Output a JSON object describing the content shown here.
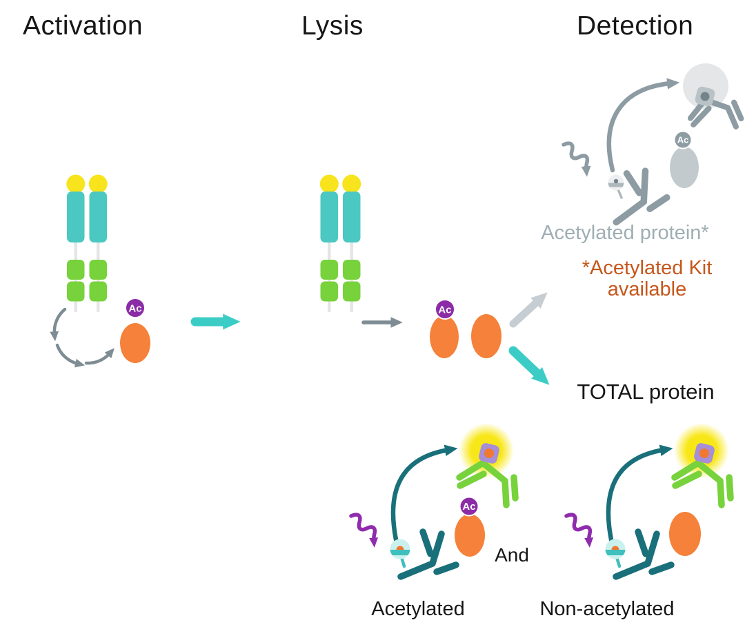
{
  "figure": {
    "stages": [
      {
        "title": "Activation"
      },
      {
        "title": "Lysis"
      },
      {
        "title": "Detection"
      }
    ],
    "badge": {
      "acetyl": "Ac"
    },
    "labels": {
      "acetylated_protein": "Acetylated protein*",
      "kit_note": "*Acetylated Kit\navailable",
      "total_protein": "TOTAL protein",
      "acetylated": "Acetylated",
      "and": "And",
      "non_acetylated": "Non-acetylated"
    }
  },
  "colors": {
    "ink": "#161616",
    "teal": "#3BCDC5",
    "receptor_teal": "#4AC8C1",
    "yellow": "#F8E41C",
    "green": "#77D23C",
    "membrane": "#D9DDDF",
    "stem_gray": "#E4E5E6",
    "orange": "#F5813A",
    "ac_purple": "#8B2BA6",
    "arrow_gray": "#7E8C94",
    "light_arrow_gray": "#C6CDD3",
    "dark_teal": "#19707A",
    "purple": "#8F2CAE",
    "gray_diagram": "#8D9BA3",
    "gray_light": "#E4E6E8",
    "gray_mid": "#B9C3C7",
    "gray_oval": "#C2CACE",
    "gray_dot": "#75838C",
    "gray_text": "#9FAEB2",
    "orange_text": "#C6571C",
    "glow_yellow": "#F8E718",
    "acceptor_purple": "#A78ED7",
    "acceptor_orange": "#F0792F",
    "bead_cyan": "#CBF1EE",
    "bead_band": "#3FBFBD",
    "bead_gray": "#EDEEF0",
    "bead_gray_dark": "#AEB8BC"
  }
}
